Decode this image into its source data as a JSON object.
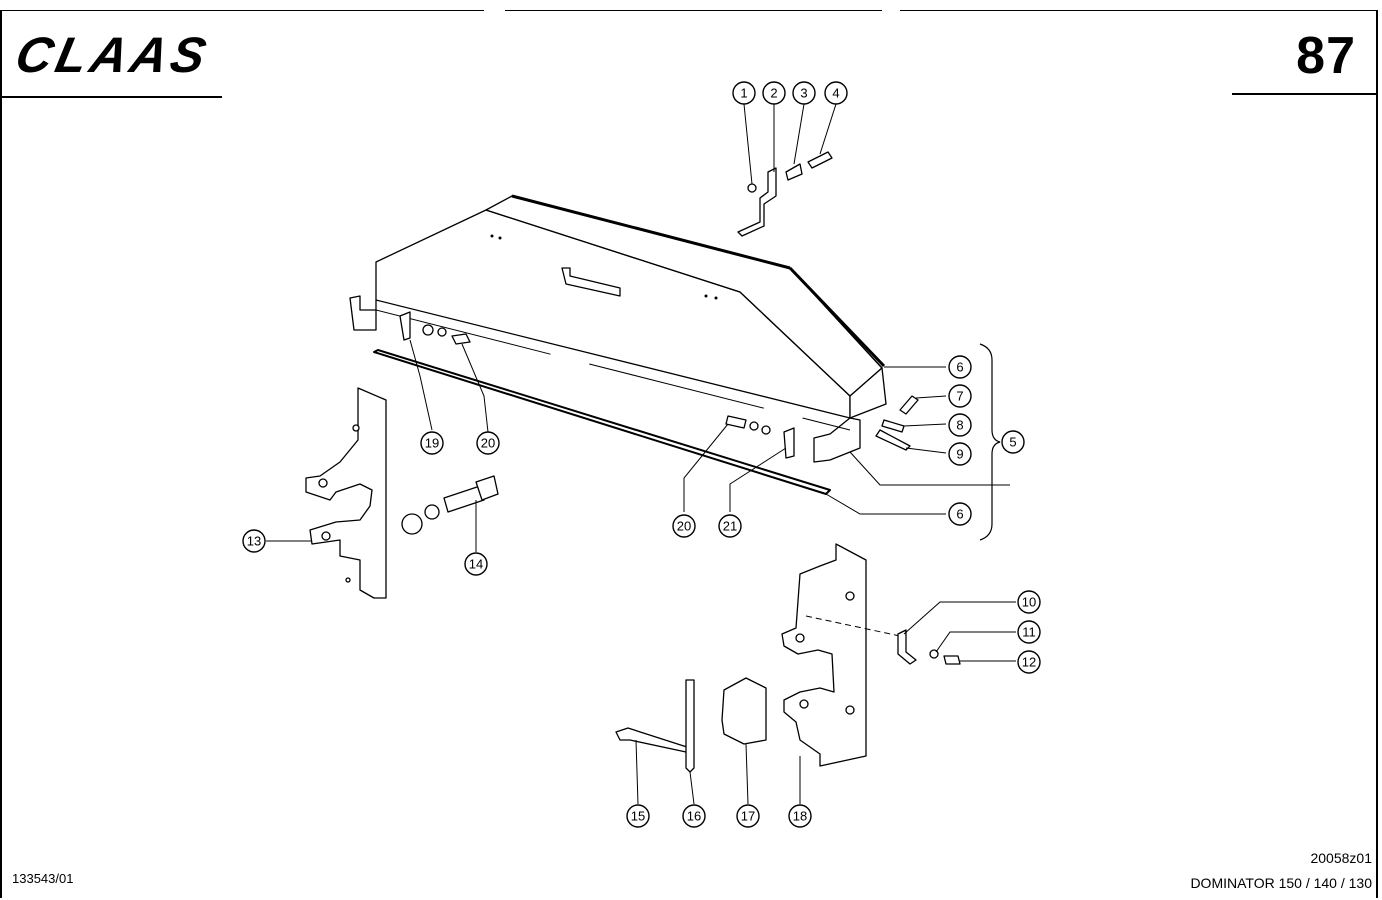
{
  "header": {
    "brand_logo": "CLAAS",
    "page_number": "87"
  },
  "footer": {
    "doc_number": "133543/01",
    "drawing_id": "20058z01",
    "model": "DOMINATOR 150 / 140 / 130"
  },
  "callouts": [
    "1",
    "2",
    "3",
    "4",
    "5",
    "6",
    "7",
    "8",
    "9",
    "10",
    "11",
    "12",
    "13",
    "14",
    "15",
    "16",
    "17",
    "18",
    "19",
    "20",
    "21"
  ],
  "colors": {
    "ink": "#000000",
    "paper": "#ffffff"
  }
}
